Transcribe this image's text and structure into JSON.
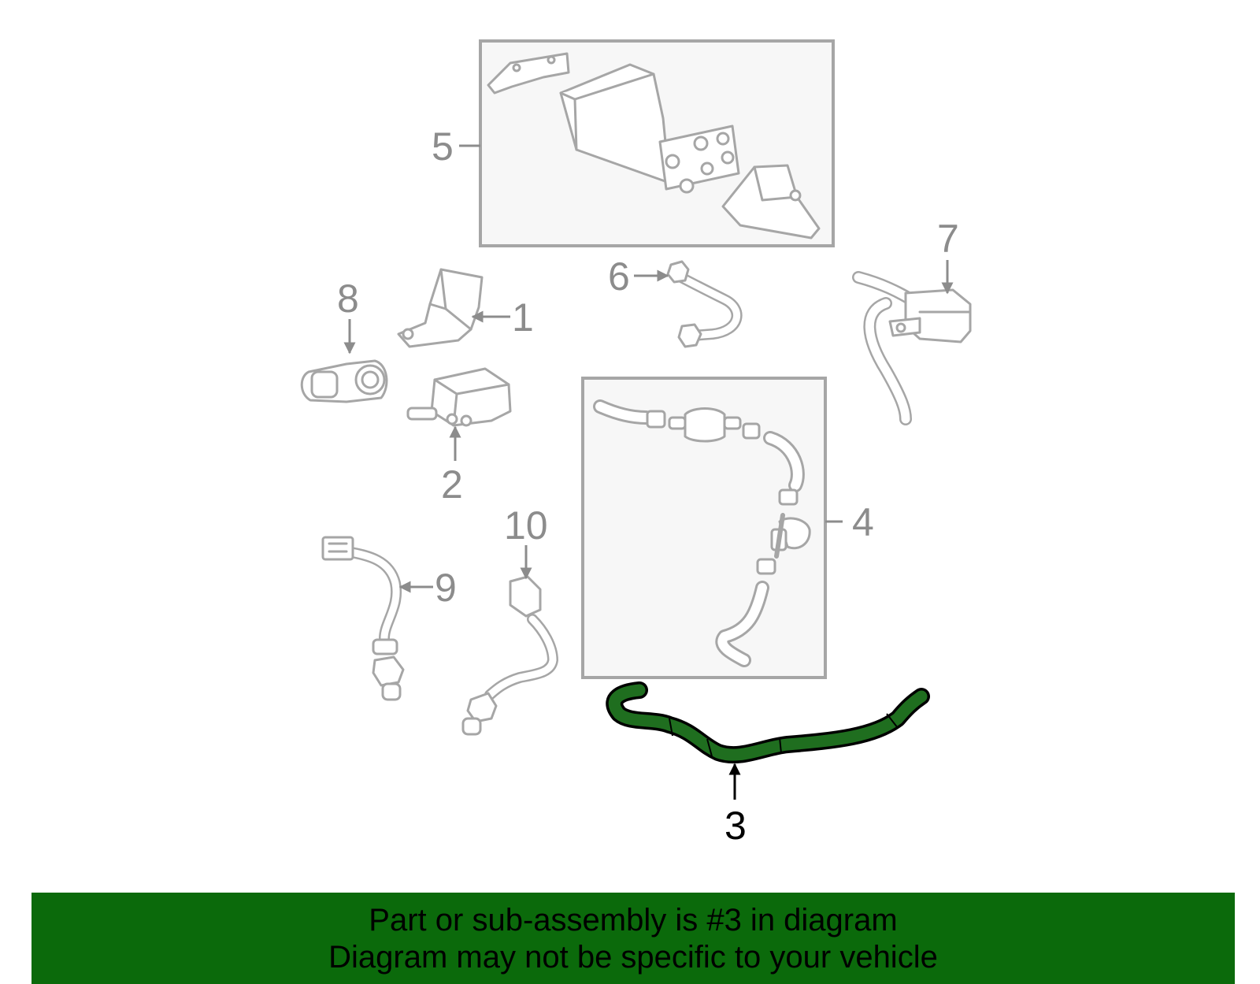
{
  "callouts": {
    "c1": "1",
    "c2": "2",
    "c3": "3",
    "c4": "4",
    "c5": "5",
    "c6": "6",
    "c7": "7",
    "c8": "8",
    "c9": "9",
    "c10": "10"
  },
  "highlight_part": "3",
  "colors": {
    "highlight_fill": "#1f6e1f",
    "banner_bg": "#0b6a0b",
    "part_stroke": "#a6a6a6",
    "label_gray": "#8c8c8c"
  },
  "banner": {
    "line1": "Part or sub-assembly is #3 in diagram",
    "line2": "Diagram may not be specific to your vehicle"
  }
}
